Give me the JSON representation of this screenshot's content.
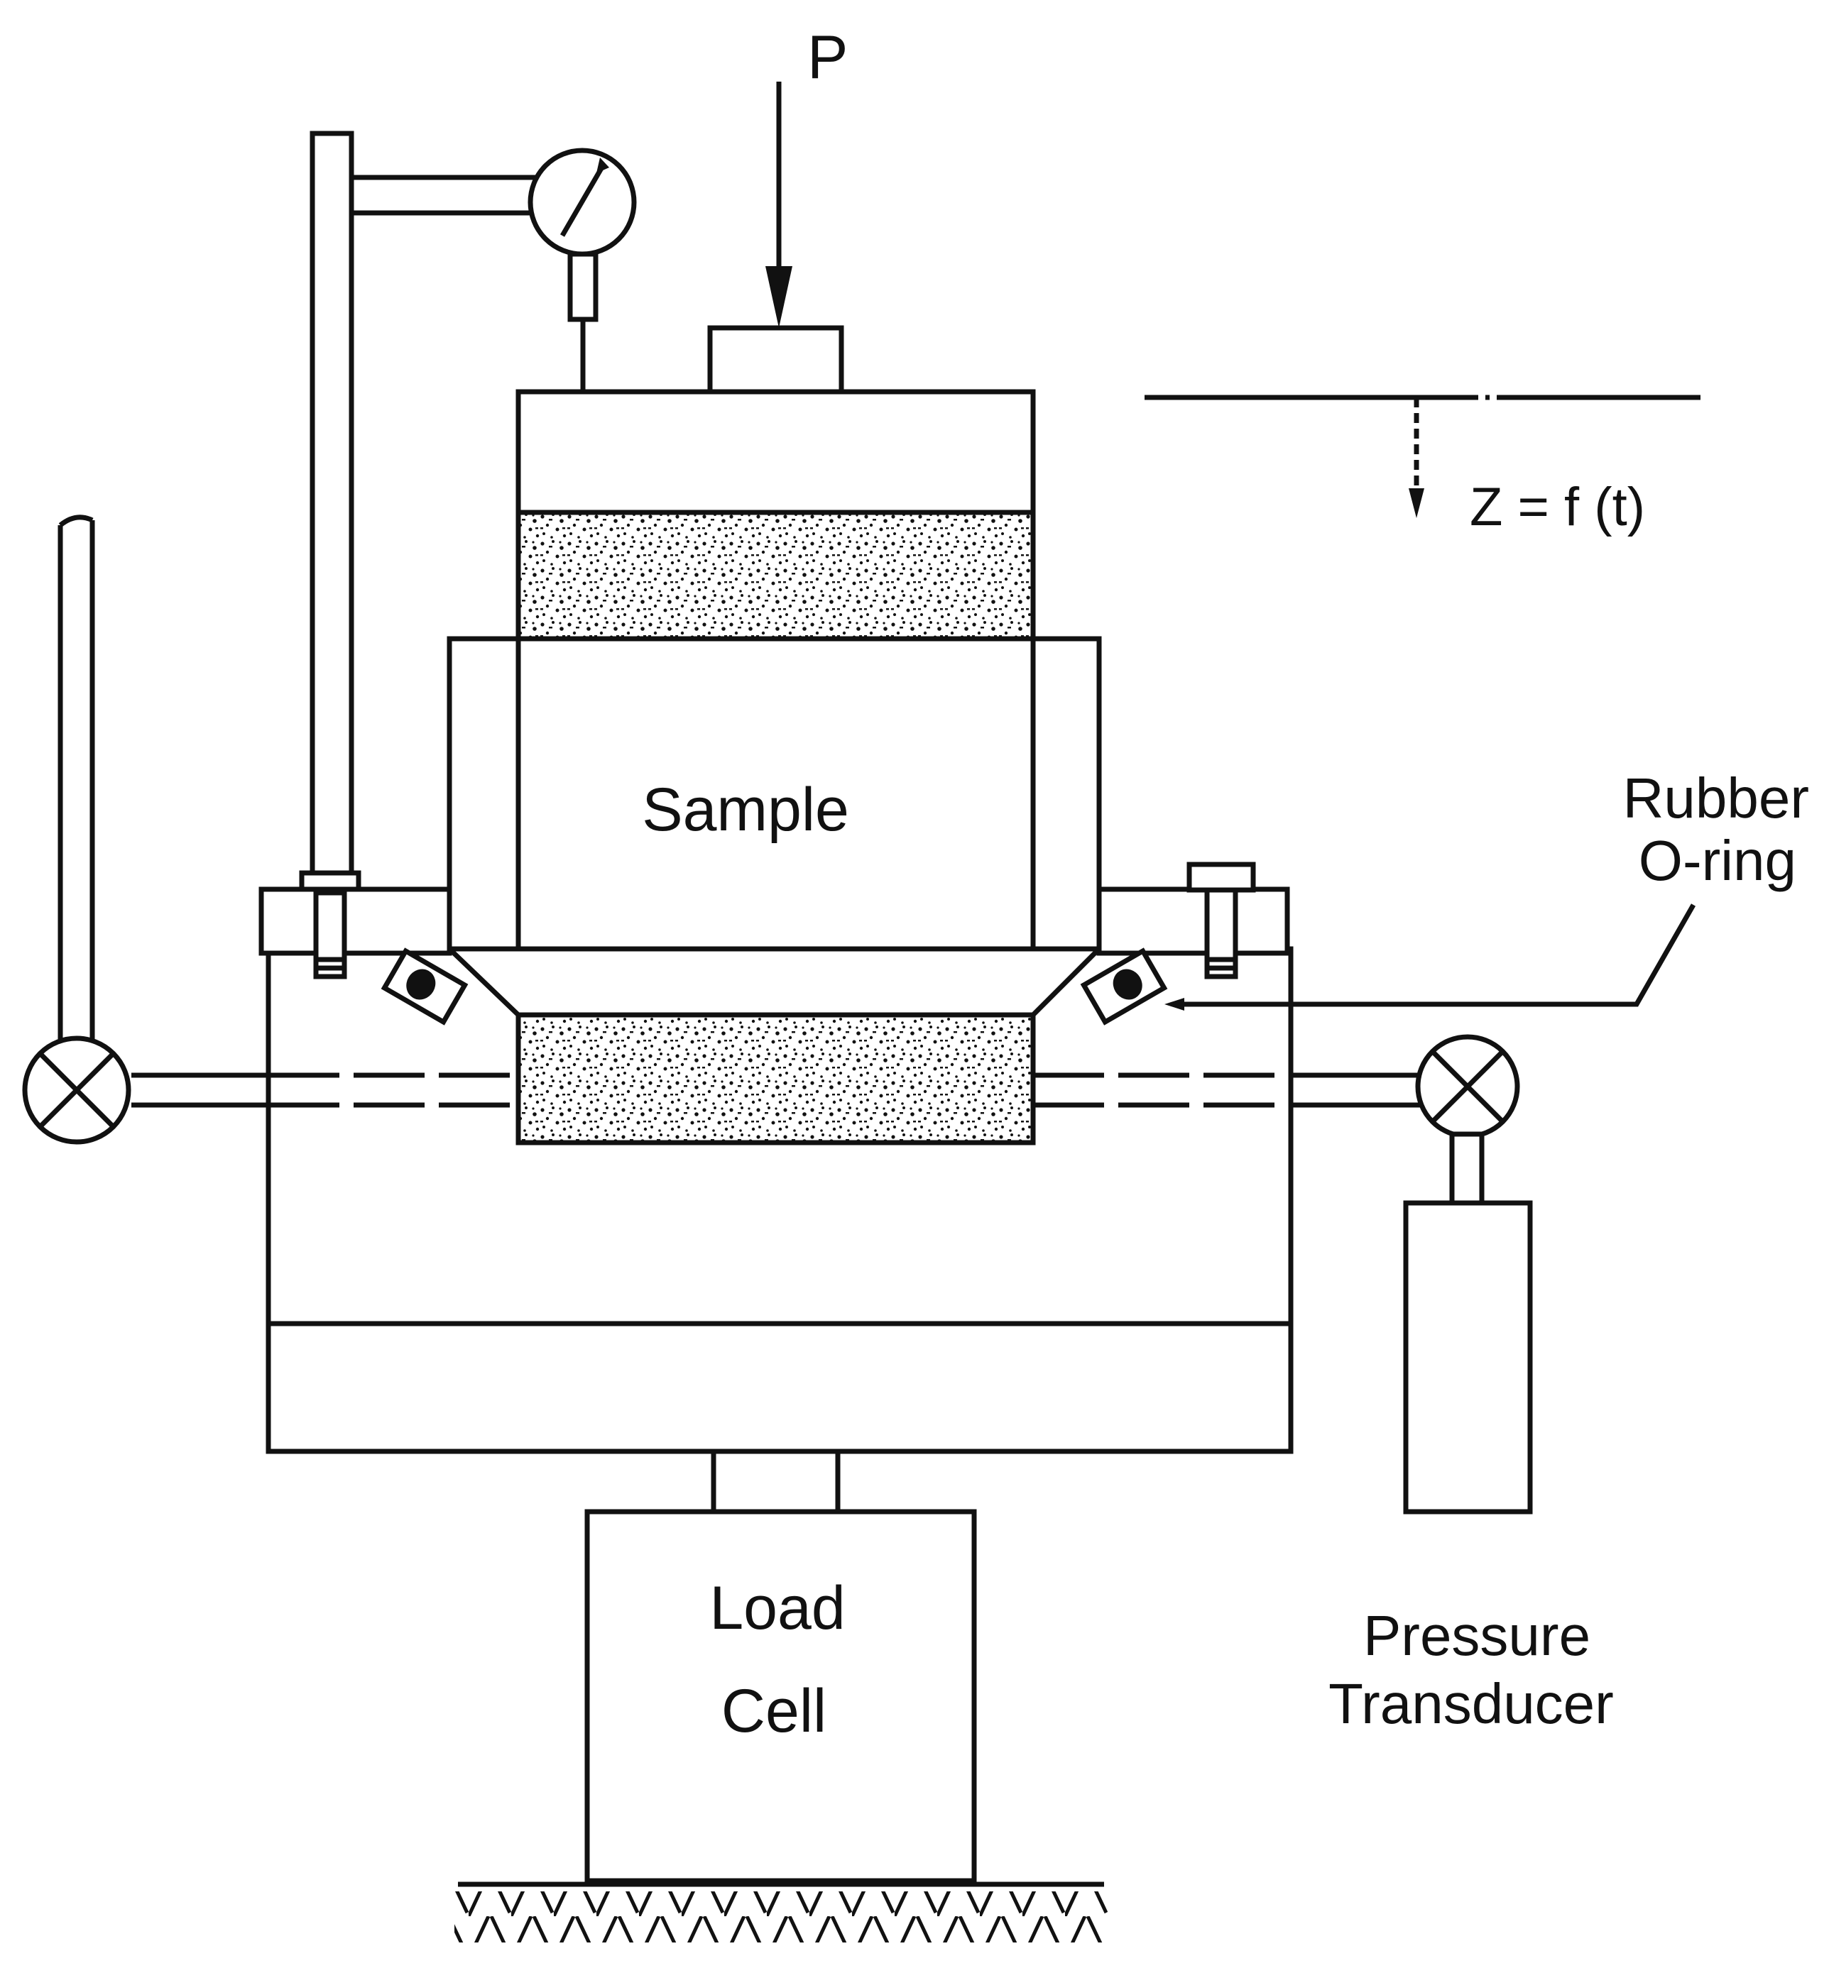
{
  "labels": {
    "load": "P",
    "displacement": "Z = f (t)",
    "sample": "Sample",
    "oring_line1": "Rubber",
    "oring_line2": "O-ring",
    "loadcell_line1": "Load",
    "loadcell_line2": "Cell",
    "transducer_line1": "Pressure",
    "transducer_line2": "Transducer"
  },
  "colors": {
    "stroke": "#111111",
    "background": "#ffffff"
  },
  "icons": [
    "dial-gauge-icon",
    "valve-icon",
    "ground-hatch-icon"
  ]
}
